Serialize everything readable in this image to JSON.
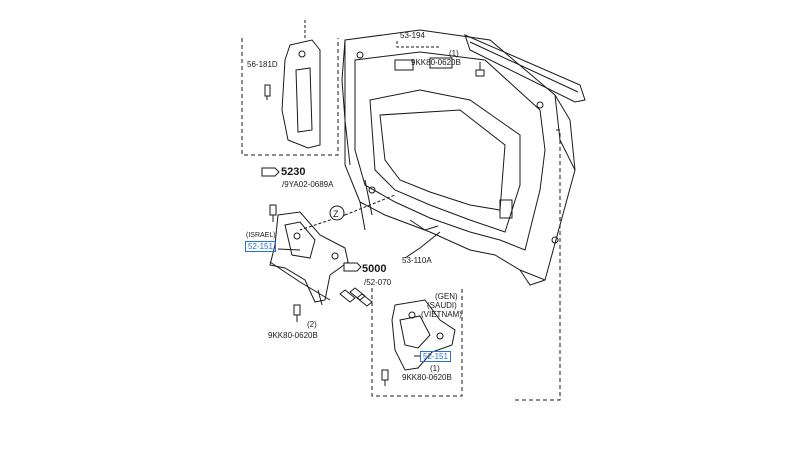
{
  "labels": {
    "p53_194": "53-194",
    "qty_top": "(1)",
    "p9kk_top": "9KK80-0620B",
    "p56_181d": "56-181D",
    "ref_5230": "5230",
    "p9ya02": "/9YA02-0689A",
    "zoom_z": "Z",
    "israel": "(ISRAEL)",
    "p_left_hl": "52-151",
    "p53_110a": "53-110A",
    "ref_5000": "5000",
    "p52_070": "/52-070",
    "qty_left": "(2)",
    "p9kk_left": "9KK80-0620B",
    "gen": "(GEN)",
    "saudi": "(SAUDI)",
    "vietnam": "(VIETNAM)",
    "p_right_hl": "52-151",
    "qty_right": "(1)",
    "p9kk_right": "9KK80-0620B"
  },
  "colors": {
    "line": "#1a1a1a",
    "highlight": "#2a6fd6",
    "background": "#ffffff"
  }
}
